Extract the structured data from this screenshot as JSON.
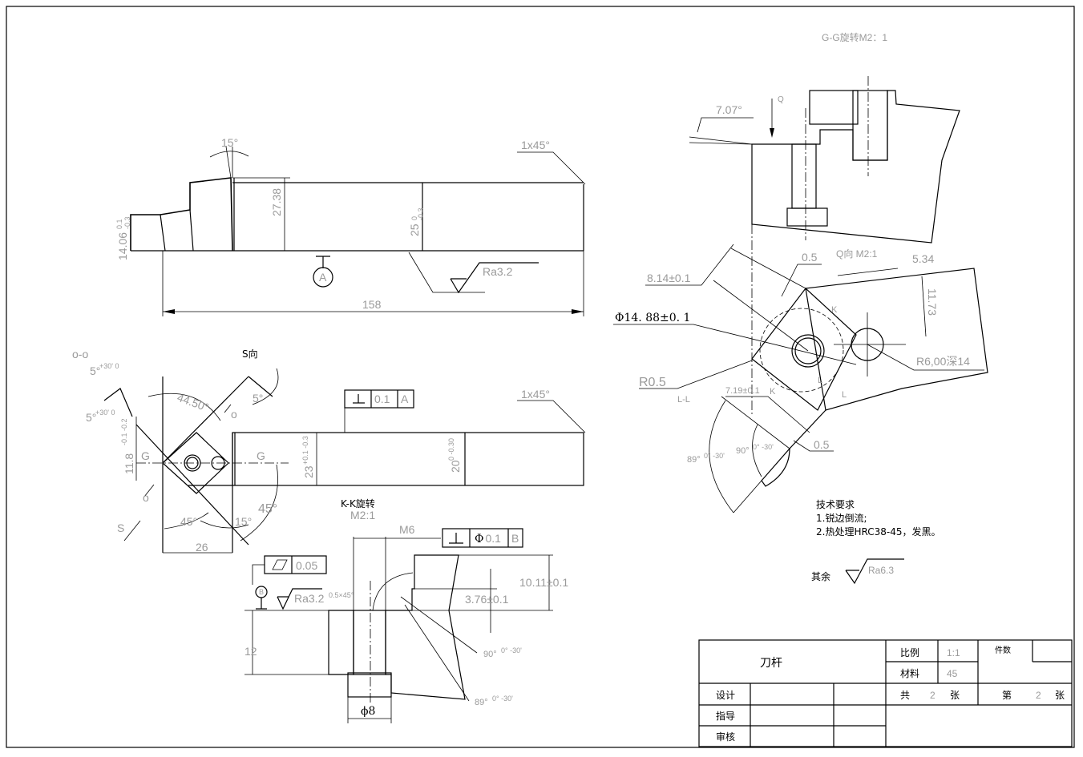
{
  "title_block": {
    "part_name": "刀杆",
    "scale_label": "比例",
    "scale_value": "1:1",
    "quantity_label": "件数",
    "material_label": "材料",
    "material_value": "45",
    "design_label": "设计",
    "guide_label": "指导",
    "review_label": "审核",
    "total_label_pre": "共",
    "total_sheets": "2",
    "total_label_post": "张",
    "sheet_label_pre": "第",
    "sheet_number": "2",
    "sheet_label_post": "张"
  },
  "top_view": {
    "angle": "15°",
    "chamfer": "1x45°",
    "height_dim": "27.38",
    "shank_dim": "25",
    "shank_tol_upper": "0",
    "shank_tol_lower": "-0.3",
    "head_dim": "14.06",
    "head_tol_upper": "0.1",
    "head_tol_lower": "-0.3",
    "datum": "A",
    "roughness": "Ra3.2",
    "length_dim": "158"
  },
  "front_view": {
    "section_oo": "o-o",
    "angle_top": "5°",
    "angle_top_tol": "+30' 0",
    "angle_bottom": "5°",
    "angle_bottom_tol": "+30' 0",
    "view_s": "S向",
    "angle_4450": "44.50°",
    "angle_5": "5°",
    "o_label_1": "o",
    "o_label_2": "o",
    "s_label": "S",
    "g_label_1": "G",
    "g_label_2": "G",
    "dim_118": "11.8",
    "dim_118_tol": "-0.1 -0.2",
    "dim_23": "23",
    "dim_23_tol": "+0.1 -0.3",
    "dim_20": "20",
    "dim_20_tol": "0 -0.30",
    "angle_45a": "45°",
    "angle_15": "15°",
    "angle_45b": "45°",
    "dim_26": "26",
    "chamfer": "1x45°",
    "perp_tol": "0.1",
    "perp_datum": "A"
  },
  "kk_view": {
    "title": "K-K旋转",
    "scale": "M2:1",
    "thread": "M6",
    "perp_tol": "0.1",
    "perp_datum": "B",
    "flatness_tol": "0.05",
    "datum": "B",
    "roughness": "Ra3.2",
    "chamfer": "0.5×45°",
    "dim_1011": "10.11±0.1",
    "dim_376": "3.76±0.1",
    "dim_12": "12",
    "dim_phi8": "ϕ8",
    "angle_90": "90°",
    "angle_90_tol": "0° -30'",
    "angle_89": "89°",
    "angle_89_tol": "0° -30'"
  },
  "gg_view": {
    "title": "G-G旋转M2：1",
    "angle": "7.07°",
    "q_label": "Q"
  },
  "q_view": {
    "title": "Q向  M2:1",
    "dim_814": "8.14±0.1",
    "dim_05a": "0.5",
    "dim_534": "5.34",
    "dim_1173": "11.73",
    "dim_phi1488": "Φ14. 88±0. 1",
    "dim_r6": "R6,00深14",
    "dim_r05": "R0.5",
    "section_ll": "L-L",
    "dim_719": "7.19±0.1",
    "k1": "K",
    "k2": "K",
    "l1": "L",
    "l2": "L",
    "dim_05b": "0.5",
    "angle_89": "89°",
    "angle_89_tol": "0° -30'",
    "angle_90": "90°",
    "angle_90_tol": "0° -30'"
  },
  "tech_requirements": {
    "title": "技术要求",
    "item1": "1.锐边倒流;",
    "item2": "2.热处理HRC38-45，发黑。",
    "rest_label": "其余",
    "rest_roughness": "Ra6.3"
  }
}
